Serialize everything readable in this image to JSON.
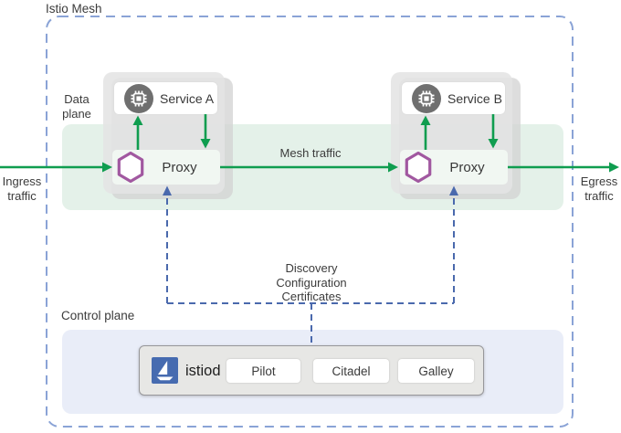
{
  "mesh": {
    "title": "Istio Mesh"
  },
  "planes": {
    "data": "Data plane",
    "control": "Control plane"
  },
  "traffic": {
    "ingress": [
      "Ingress",
      "traffic"
    ],
    "egress": [
      "Egress",
      "traffic"
    ],
    "mesh": "Mesh traffic"
  },
  "services": [
    {
      "name": "Service A"
    },
    {
      "name": "Service B"
    }
  ],
  "proxy_label": "Proxy",
  "connector": {
    "lines": [
      "Discovery",
      "Configuration",
      "Certificates"
    ]
  },
  "control": {
    "istiod_label": "istiod",
    "components": [
      "Pilot",
      "Citadel",
      "Galley"
    ]
  },
  "colors": {
    "green": "#0f9d4f",
    "blue_arrow": "#4a69ad",
    "mesh_border": "#8aa3d6",
    "purple": "#a158a0",
    "istio_blue": "#466bb0",
    "band": "#e4f1e9",
    "control_bg": "#e9edf8"
  }
}
